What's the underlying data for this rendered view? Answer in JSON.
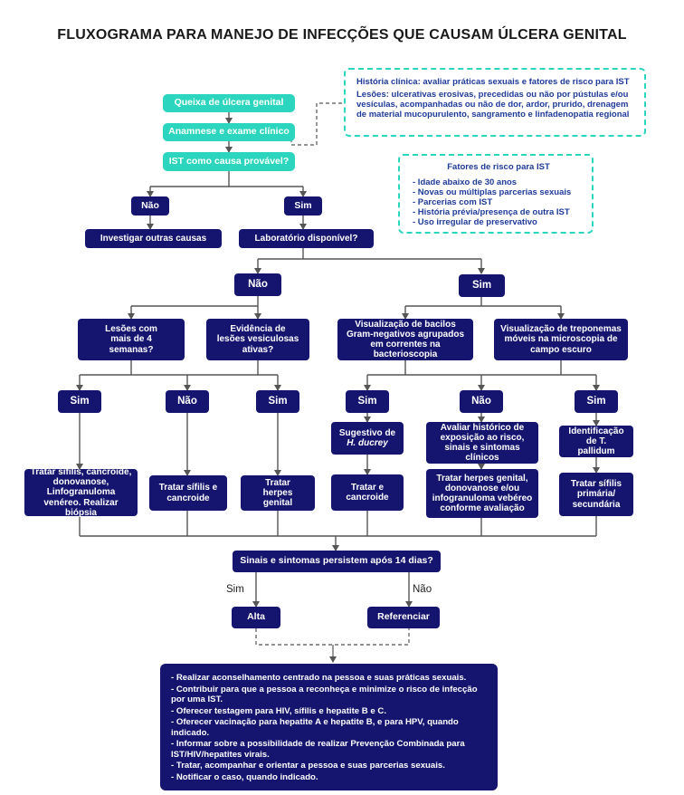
{
  "title": "FLUXOGRAMA PARA MANEJO DE INFECÇÕES QUE CAUSAM ÚLCERA GENITAL",
  "steps": {
    "queixa": "Queixa de úlcera genital",
    "anamnese": "Anamnese e exame clínico",
    "ist_causa": "IST como causa provável?",
    "nao_1": "Não",
    "sim_1": "Sim",
    "investigar": "Investigar outras causas",
    "laboratorio": "Laboratório disponível?",
    "nao_2": "Não",
    "sim_2": "Sim",
    "lesoes_4sem": "Lesões com mais de 4 semanas?",
    "evidencia_vesic": "Evidência de lesões vesiculosas ativas?",
    "visual_bacilos": "Visualização de bacilos Gram-negativos agrupados em correntes na bacterioscopia",
    "visual_treponemas": "Visualização de treponemas móveis na microscopia de campo escuro",
    "sim_a": "Sim",
    "nao_b": "Não",
    "sim_c": "Sim",
    "sim_d": "Sim",
    "nao_e": "Não",
    "sim_f": "Sim",
    "sugestivo_prefix": "Sugestivo de",
    "sugestivo_italic": "H. ducrey",
    "avaliar_historico": "Avaliar histórico de exposição ao risco, sinais e sintomas clínicos",
    "identificacao": "Identificação de T. pallidum",
    "tratar_sifilis_cancroide_dono": "Tratar sífilis, cancroide, donovanose, Linfogranuloma venéreo. Realizar biópsia",
    "tratar_sifilis_cancroide": "Tratar sífilis e cancroide",
    "tratar_herpes": "Tratar herpes genital",
    "tratar_cancroide": "Tratar e cancroide",
    "tratar_herpes_dono": "Tratar herpes genital, donovanose e/ou infogranuloma vebéreo conforme avaliação",
    "tratar_sifilis_prim": "Tratar sífilis primária/ secundária",
    "persistem": "Sinais e sintomas persistem após 14 dias?",
    "lbl_sim": "Sim",
    "lbl_nao": "Não",
    "alta": "Alta",
    "referenciar": "Referenciar"
  },
  "history_box": {
    "line1": "História clínica: avaliar práticas sexuais e fatores de risco para IST",
    "line2": "Lesões: ulcerativas erosivas, precedidas ou não por pústulas e/ou vesículas, acompanhadas ou não de dor, ardor, prurido, drenagem de material mucopurulento, sangramento e linfadenopatia regional"
  },
  "risk_box": {
    "heading": "Fatores de risco para IST",
    "items": [
      "- Idade abaixo de 30 anos",
      "- Novas ou múltiplas parcerias sexuais",
      "- Parcerias com IST",
      "- História prévia/presença de outra IST",
      "- Uso irregular de preservativo"
    ]
  },
  "final_box": {
    "items": [
      "- Realizar aconselhamento centrado na pessoa e suas práticas sexuais.",
      "- Contribuir para que a pessoa a reconheça e minimize o risco de infecção por uma IST.",
      "- Oferecer testagem para HIV, sífilis e hepatite B e C.",
      "- Oferecer vacinação para hepatite A e hepatite B, e para HPV, quando indicado.",
      "- Informar sobre a possibilidade de realizar Prevenção Combinada para IST/HIV/hepatites virais.",
      "- Tratar, acompanhar e orientar a pessoa e suas parcerias sexuais.",
      "- Notificar o caso, quando indicado."
    ]
  },
  "colors": {
    "teal": "#2cd5bd",
    "navy": "#151570",
    "line": "#555555",
    "dash_text": "#1e3b9a"
  }
}
